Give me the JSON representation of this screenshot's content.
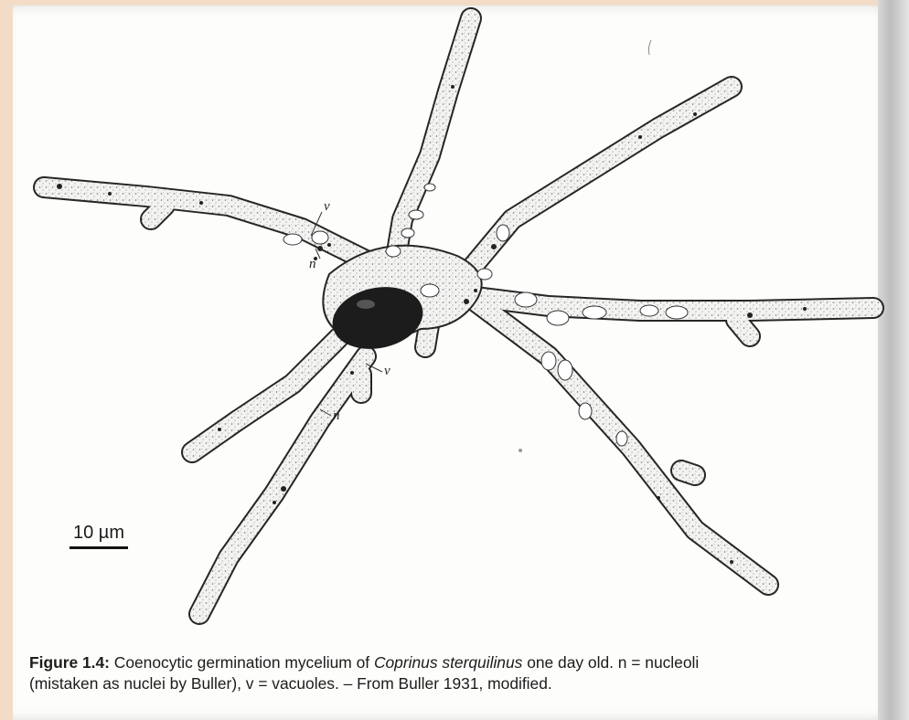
{
  "figure": {
    "scale_bar": "10 µm",
    "labels": {
      "v": "v",
      "n": "n"
    }
  },
  "caption": {
    "label": "Figure 1.4:",
    "text_part1": " Coenocytic germination mycelium of ",
    "species": "Coprinus sterquilinus",
    "text_part2": " one day old. n = nucleoli",
    "line2": "(mistaken as nuclei by Buller), v = vacuoles. – From Buller 1931, modified."
  }
}
